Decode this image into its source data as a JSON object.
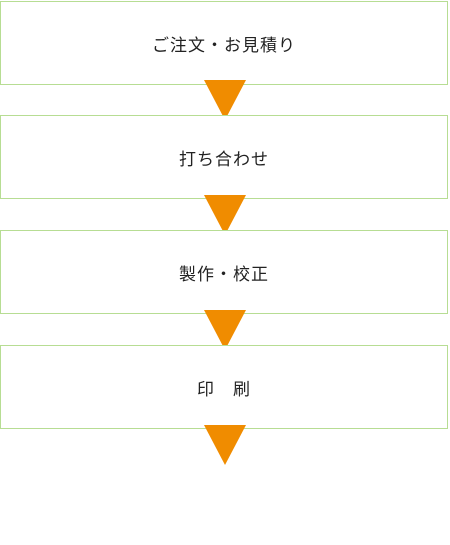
{
  "steps": [
    {
      "label": "ご注文・お見積り"
    },
    {
      "label": "打ち合わせ"
    },
    {
      "label": "製作・校正"
    },
    {
      "label": "印　刷"
    }
  ],
  "colors": {
    "box_border": "#b7dd93",
    "arrow": "#f08c00",
    "text": "#222222"
  }
}
